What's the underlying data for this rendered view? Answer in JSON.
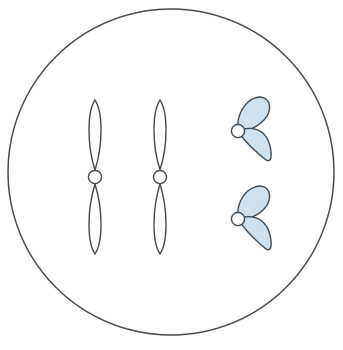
{
  "diagram": {
    "colors": {
      "background": "#ffffff",
      "cell_outline": "#4a4a4a",
      "chromosome_outline": "#3f4a55",
      "chromatid_fill": "#cfe1ee",
      "centromere_fill": "#ffffff"
    },
    "elements": [
      {
        "name": "cell-membrane",
        "kind": "circle"
      },
      {
        "name": "chromosome-straight-left",
        "kind": "straight chromosome"
      },
      {
        "name": "chromosome-straight-middle",
        "kind": "straight chromosome"
      },
      {
        "name": "chromosome-v-shaped-upper",
        "kind": "v-shaped chromosome"
      },
      {
        "name": "chromosome-v-shaped-lower",
        "kind": "v-shaped chromosome"
      }
    ]
  }
}
